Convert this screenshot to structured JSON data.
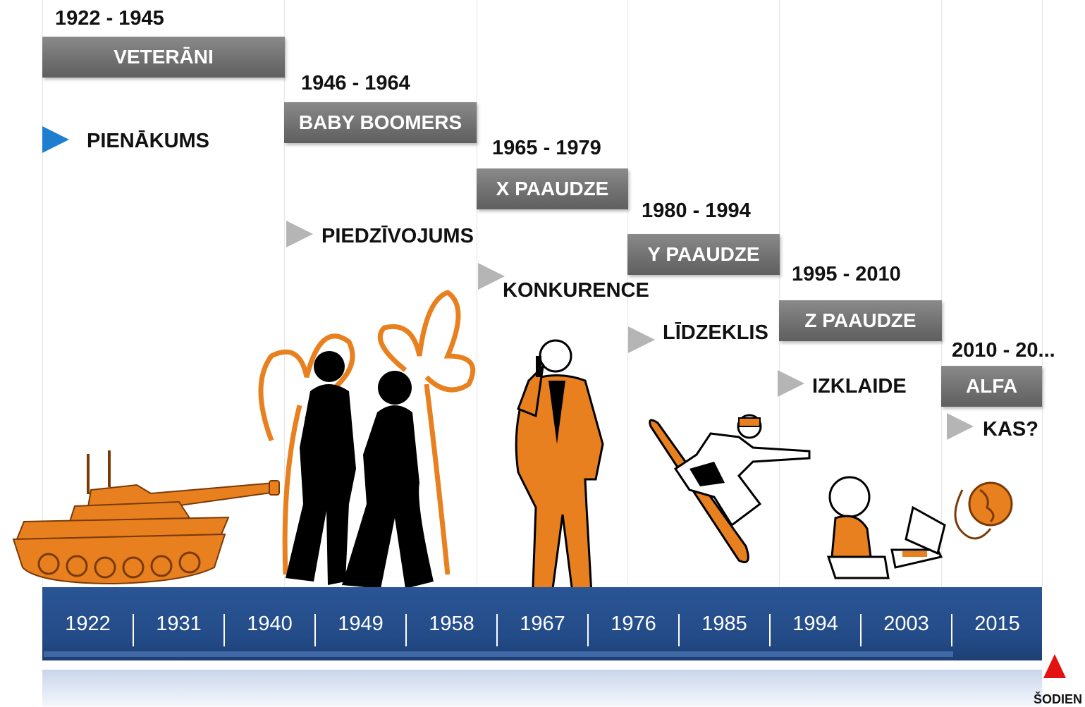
{
  "generations": [
    {
      "years": "1922  -  1945",
      "name": "VETERĀNI",
      "value": "PIENĀKUMS"
    },
    {
      "years": "1946  -  1964",
      "name": "BABY BOOMERS",
      "value": "PIEDZĪVOJUMS"
    },
    {
      "years": "1965 -  1979",
      "name": "X PAAUDZE",
      "value": "KONKURENCE"
    },
    {
      "years": "1980  -  1994",
      "name": "Y PAAUDZE",
      "value": "LĪDZEKLIS"
    },
    {
      "years": "1995  -  2010",
      "name": "Z PAAUDZE",
      "value": "IZKLAIDE"
    },
    {
      "years": "2010  -  20...",
      "name": "ALFA",
      "value": "KAS?"
    }
  ],
  "timeline": {
    "ticks": [
      "1922",
      "1931",
      "1940",
      "1949",
      "1958",
      "1967",
      "1976",
      "1985",
      "1994",
      "2003",
      "2015"
    ]
  },
  "today_label": "ŠODIEN",
  "colors": {
    "timeline_bar": "#234b87",
    "generation_box": "#767676",
    "illustration": "#e8801f",
    "today_marker": "#e31111",
    "first_arrow": "#1e7fd0"
  },
  "illustrations": [
    "tank-icon",
    "couple-flowers-icon",
    "businessman-phone-icon",
    "snowboarder-icon",
    "baby-laptop-icon",
    "globe-icon"
  ]
}
